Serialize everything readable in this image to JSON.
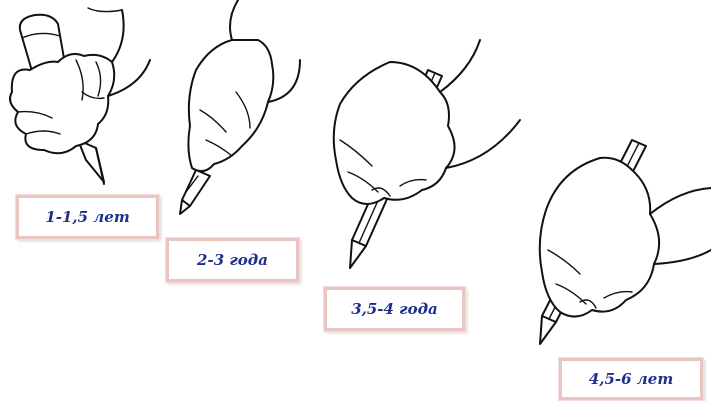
{
  "stages": [
    {
      "label": "1-1,5 лет"
    },
    {
      "label": "2-3 года"
    },
    {
      "label": "3,5-4 года"
    },
    {
      "label": "4,5-6 лет"
    }
  ],
  "colors": {
    "label_text": "#1f2f8c",
    "label_border": "#e8c5c0",
    "ink": "#111111",
    "background": "#ffffff"
  }
}
